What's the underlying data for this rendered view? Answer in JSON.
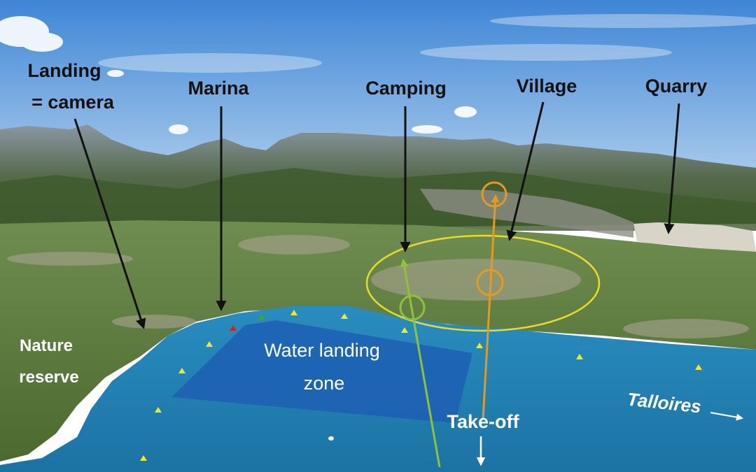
{
  "labels": {
    "landing_line1": "Landing",
    "landing_line2": "= camera",
    "marina": "Marina",
    "camping": "Camping",
    "village": "Village",
    "quarry": "Quarry",
    "nature_line1": "Nature",
    "nature_line2": "reserve",
    "water_line1": "Water landing",
    "water_line2": "zone",
    "takeoff": "Take-off",
    "talloires": "Talloires"
  },
  "colors": {
    "sky_top": "#3f86d6",
    "sky_bottom": "#bcd7ef",
    "mountain": "#5a6d7c",
    "mountain_green": "#4d6b37",
    "valley": "#6c8c48",
    "lake": "#1f7fb1",
    "water_zone": "#1d5fb4",
    "village_ellipse": "#e7dc2a",
    "green_route": "#8fc23a",
    "orange_route": "#e39a22",
    "buoy_yellow": "#f2ea20",
    "buoy_red": "#d81f1f",
    "buoy_green": "#3aa63a",
    "text_dark": "#111111",
    "text_light": "#ffffff"
  },
  "markers": {
    "buoys": "yellow-triangle-markers",
    "special_buoys": [
      "red-triangle-marker",
      "green-triangle-marker"
    ]
  }
}
